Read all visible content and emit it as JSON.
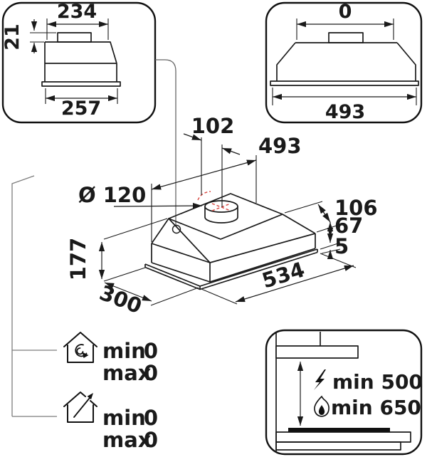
{
  "colors": {
    "ink": "#1a1a1a",
    "red": "#d8453e",
    "gray": "#7d7d7d"
  },
  "top_left_detail": {
    "top_width": "234",
    "duct_height": "21",
    "bottom_width": "257"
  },
  "top_right_detail": {
    "top_width": "0",
    "bottom_width": "493"
  },
  "main_view": {
    "duct_offset": "102",
    "top_width": "493",
    "duct_diameter": "Ø 120",
    "upper_section_height": "106",
    "body_height": "67",
    "flange_height": "5",
    "total_height": "177",
    "depth": "300",
    "width": "534"
  },
  "modes": {
    "recirculation": {
      "min_label": "min",
      "min_value": "0",
      "max_label": "max",
      "max_value": "0"
    },
    "exhaust": {
      "min_label": "min",
      "min_value": "0",
      "max_label": "max",
      "max_value": "0"
    }
  },
  "installation": {
    "electric_min": "min 500",
    "gas_min": "min 650"
  }
}
